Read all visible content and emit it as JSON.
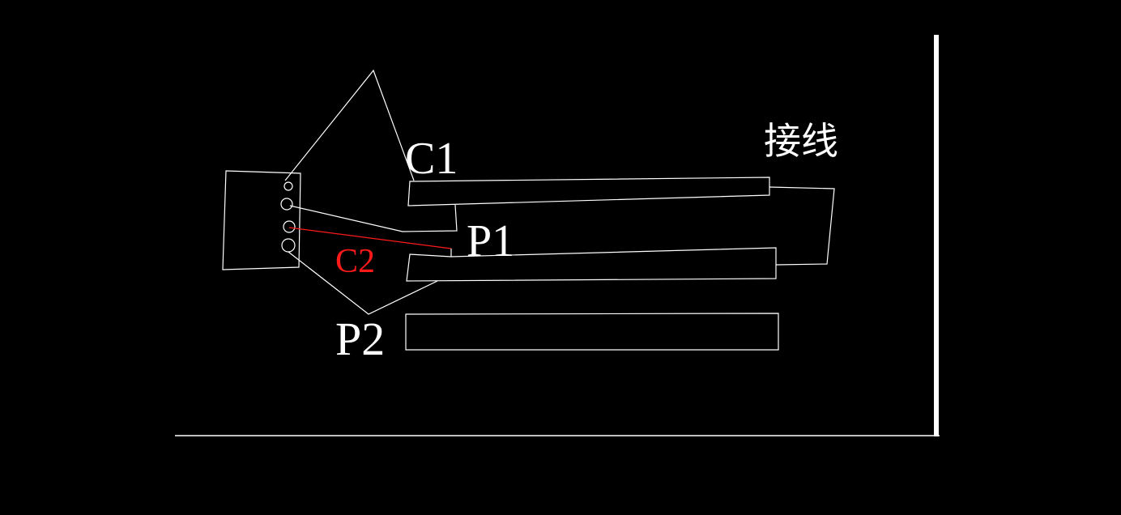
{
  "labels": {
    "c1": "C1",
    "p1": "P1",
    "c2": "C2",
    "p2": "P2",
    "wiring": "接线"
  },
  "colors": {
    "background": "#000000",
    "line": "#ffffff",
    "highlight": "#ff0000"
  }
}
